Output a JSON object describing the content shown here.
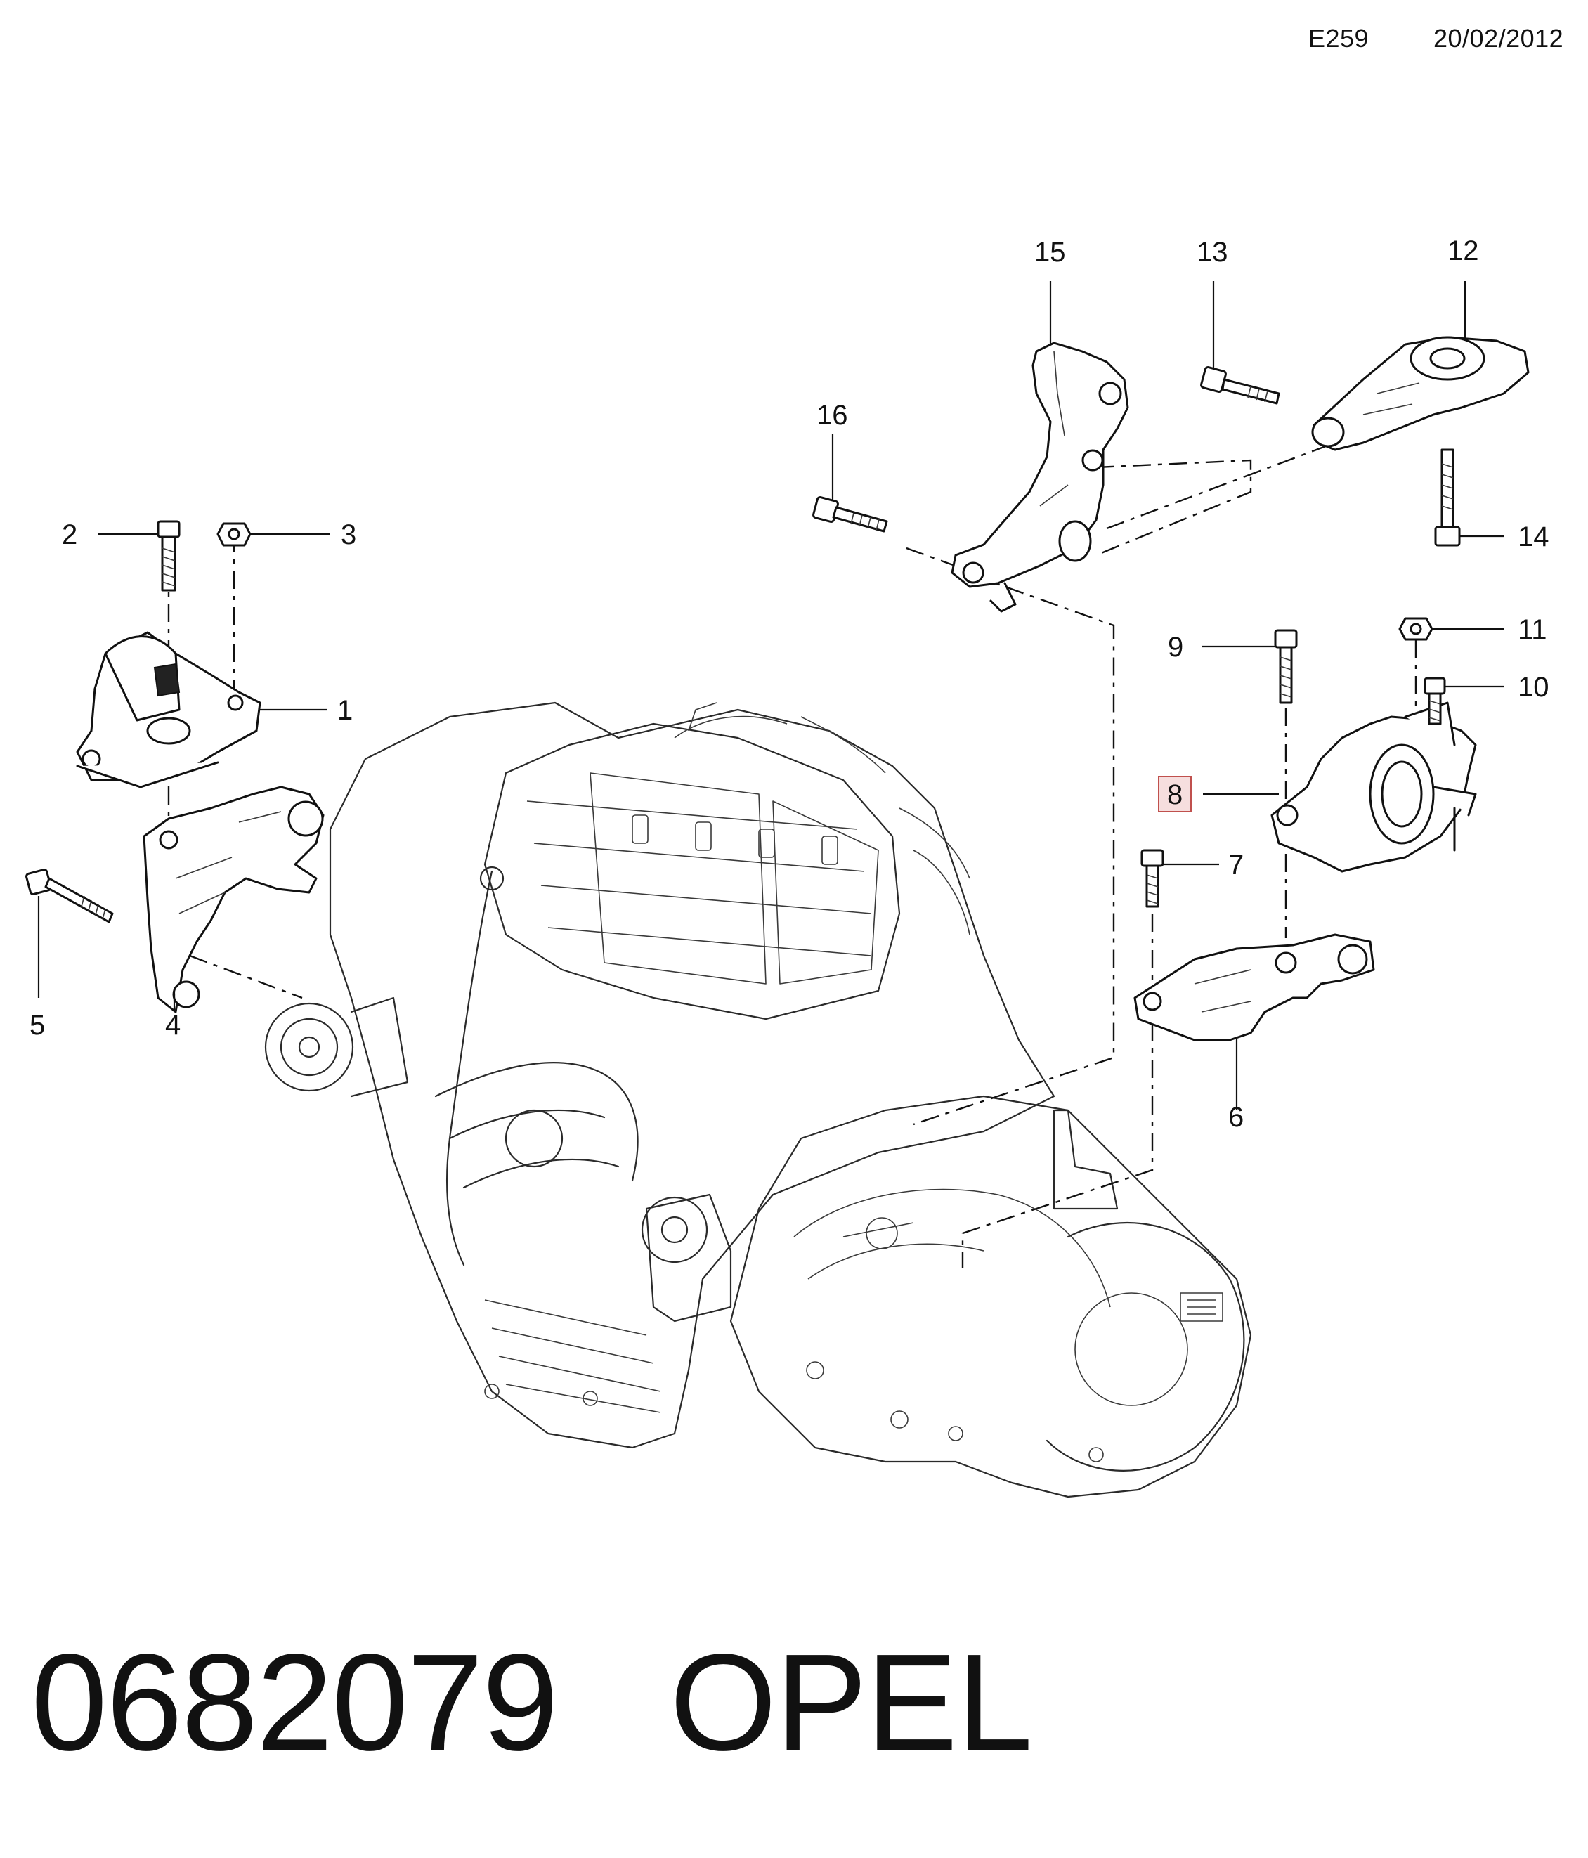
{
  "header": {
    "code": "E259",
    "date": "20/02/2012"
  },
  "footer": {
    "part_number": "0682079",
    "brand": "OPEL"
  },
  "callouts": [
    {
      "id": "c1",
      "label": "1"
    },
    {
      "id": "c2",
      "label": "2"
    },
    {
      "id": "c3",
      "label": "3"
    },
    {
      "id": "c4",
      "label": "4"
    },
    {
      "id": "c5",
      "label": "5"
    },
    {
      "id": "c6",
      "label": "6"
    },
    {
      "id": "c7",
      "label": "7"
    },
    {
      "id": "c8",
      "label": "8",
      "highlighted": true
    },
    {
      "id": "c9",
      "label": "9"
    },
    {
      "id": "c10",
      "label": "10"
    },
    {
      "id": "c11",
      "label": "11"
    },
    {
      "id": "c12",
      "label": "12"
    },
    {
      "id": "c13",
      "label": "13"
    },
    {
      "id": "c14",
      "label": "14"
    },
    {
      "id": "c15",
      "label": "15"
    },
    {
      "id": "c16",
      "label": "16"
    }
  ],
  "colors": {
    "highlight_fill": "#f6dede",
    "highlight_stroke": "#c0504d"
  }
}
